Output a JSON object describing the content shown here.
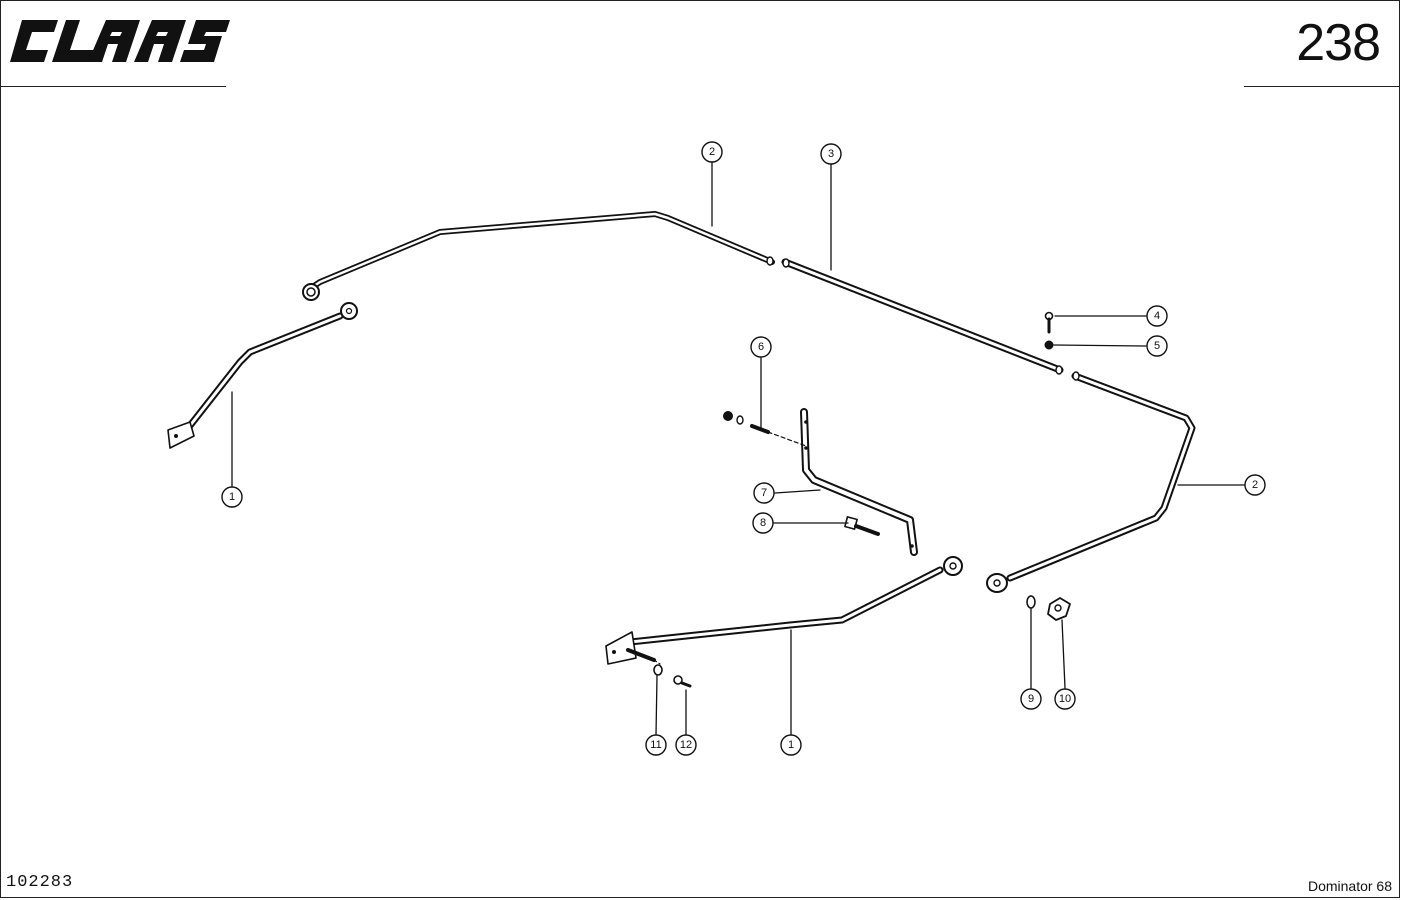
{
  "header": {
    "brand": "CLAAS",
    "page_number": "238"
  },
  "footer": {
    "doc_number": "102283",
    "model": "Dominator 68"
  },
  "callouts": [
    {
      "id": "c2a",
      "label": "2"
    },
    {
      "id": "c3",
      "label": "3"
    },
    {
      "id": "c4",
      "label": "4"
    },
    {
      "id": "c5",
      "label": "5"
    },
    {
      "id": "c6",
      "label": "6"
    },
    {
      "id": "c1a",
      "label": "1"
    },
    {
      "id": "c7",
      "label": "7"
    },
    {
      "id": "c8",
      "label": "8"
    },
    {
      "id": "c2b",
      "label": "2"
    },
    {
      "id": "c9",
      "label": "9"
    },
    {
      "id": "c10",
      "label": "10"
    },
    {
      "id": "c11",
      "label": "11"
    },
    {
      "id": "c12",
      "label": "12"
    },
    {
      "id": "c1b",
      "label": "1"
    }
  ]
}
